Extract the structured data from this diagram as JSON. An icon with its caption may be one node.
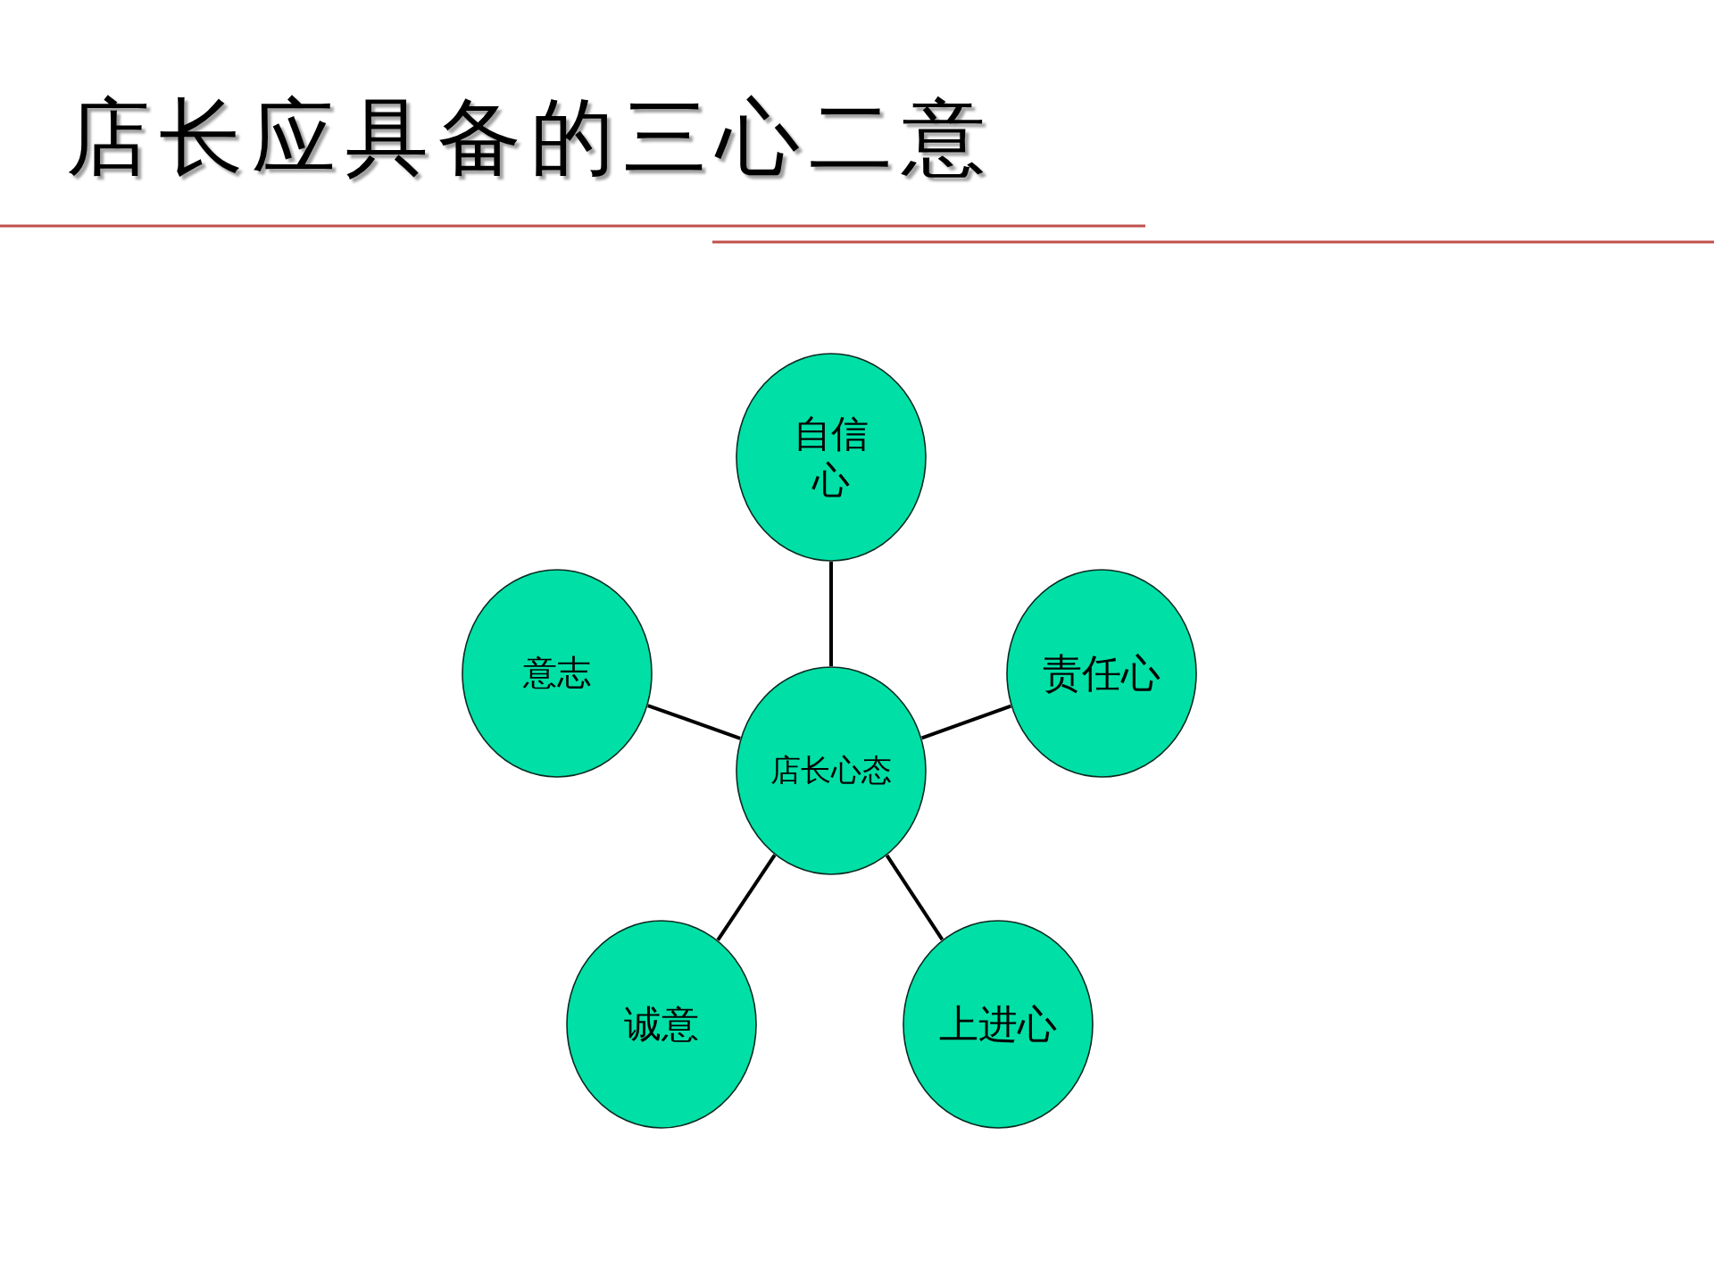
{
  "diagram": {
    "title": "店长应具备的三心二意",
    "nodes": [
      {
        "text": [
          "自信心"
        ]
      },
      {
        "text": [
          "意志"
        ]
      },
      {
        "text": [
          "责任心"
        ]
      },
      {
        "text": [
          "店长心态"
        ]
      },
      {
        "text": [
          "诚意"
        ]
      },
      {
        "text": [
          "上进心"
        ]
      }
    ],
    "edges": [
      {
        "from": 3,
        "to": 0,
        "arrow": "none"
      },
      {
        "from": 3,
        "to": 1,
        "arrow": "none"
      },
      {
        "from": 3,
        "to": 2,
        "arrow": "none"
      },
      {
        "from": 3,
        "to": 4,
        "arrow": "none"
      },
      {
        "from": 3,
        "to": 5,
        "arrow": "none"
      }
    ]
  }
}
